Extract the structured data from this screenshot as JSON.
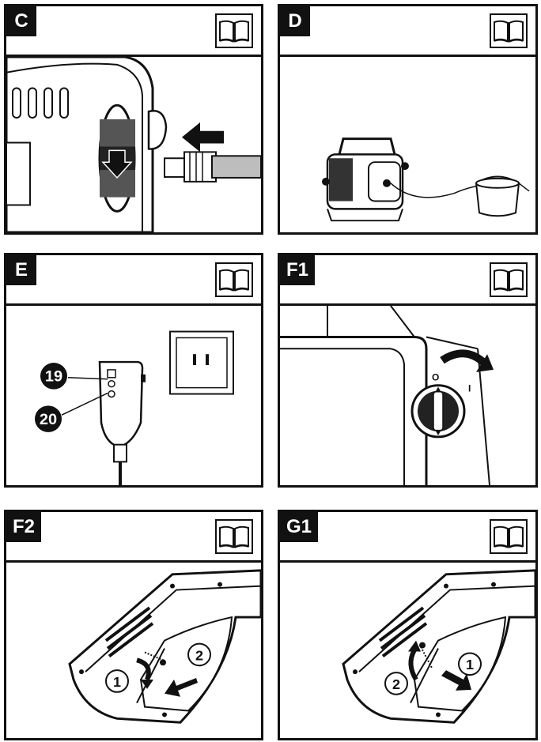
{
  "panels": [
    {
      "id": "C",
      "label": "C",
      "icon": "manual-book-icon"
    },
    {
      "id": "D",
      "label": "D",
      "icon": "manual-book-icon"
    },
    {
      "id": "E",
      "label": "E",
      "icon": "manual-book-icon",
      "callouts": [
        "19",
        "20"
      ]
    },
    {
      "id": "F1",
      "label": "F1",
      "icon": "manual-book-icon"
    },
    {
      "id": "F2",
      "label": "F2",
      "icon": "manual-book-icon",
      "steps": [
        "1",
        "2"
      ]
    },
    {
      "id": "G1",
      "label": "G1",
      "icon": "manual-book-icon",
      "steps": [
        "2",
        "1"
      ]
    }
  ]
}
